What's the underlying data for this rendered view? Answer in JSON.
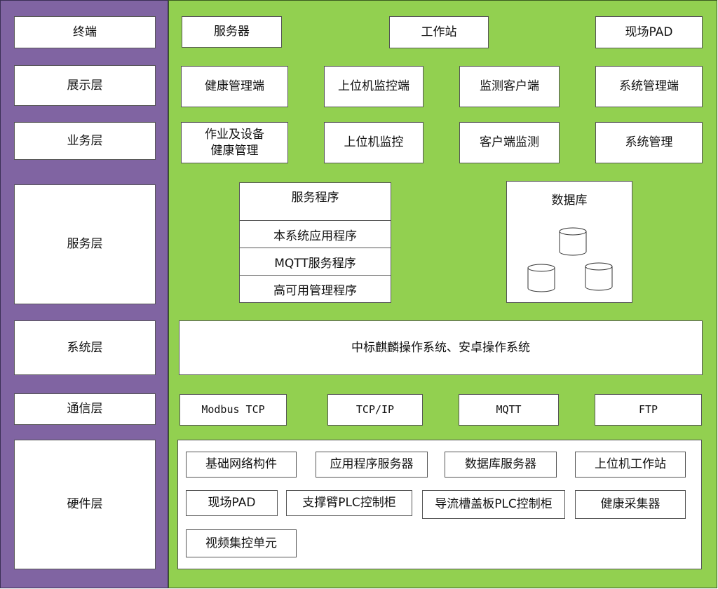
{
  "layers": [
    "终端",
    "展示层",
    "业务层",
    "服务层",
    "系统层",
    "通信层",
    "硬件层"
  ],
  "terminal": [
    "服务器",
    "工作站",
    "现场PAD"
  ],
  "presentation": [
    "健康管理端",
    "上位机监控端",
    "监测客户端",
    "系统管理端"
  ],
  "business": [
    "作业及设备\n健康管理",
    "上位机监控",
    "客户端监测",
    "系统管理"
  ],
  "service": {
    "program_title": "服务程序",
    "programs": [
      "本系统应用程序",
      "MQTT服务程序",
      "高可用管理程序"
    ],
    "database_title": "数据库",
    "database_icon": "cylinder-icon"
  },
  "system": "中标麒麟操作系统、安卓操作系统",
  "communication": [
    "Modbus TCP",
    "TCP/IP",
    "MQTT",
    "FTP"
  ],
  "hardware": [
    "基础网络构件",
    "应用程序服务器",
    "数据库服务器",
    "上位机工作站",
    "现场PAD",
    "支撑臂PLC控制柜",
    "导流槽盖板PLC控制柜",
    "健康采集器",
    "视频集控单元"
  ],
  "colors": {
    "left_panel": "#8064a2",
    "right_panel": "#92d050",
    "box": "#ffffff",
    "border": "#555555"
  }
}
